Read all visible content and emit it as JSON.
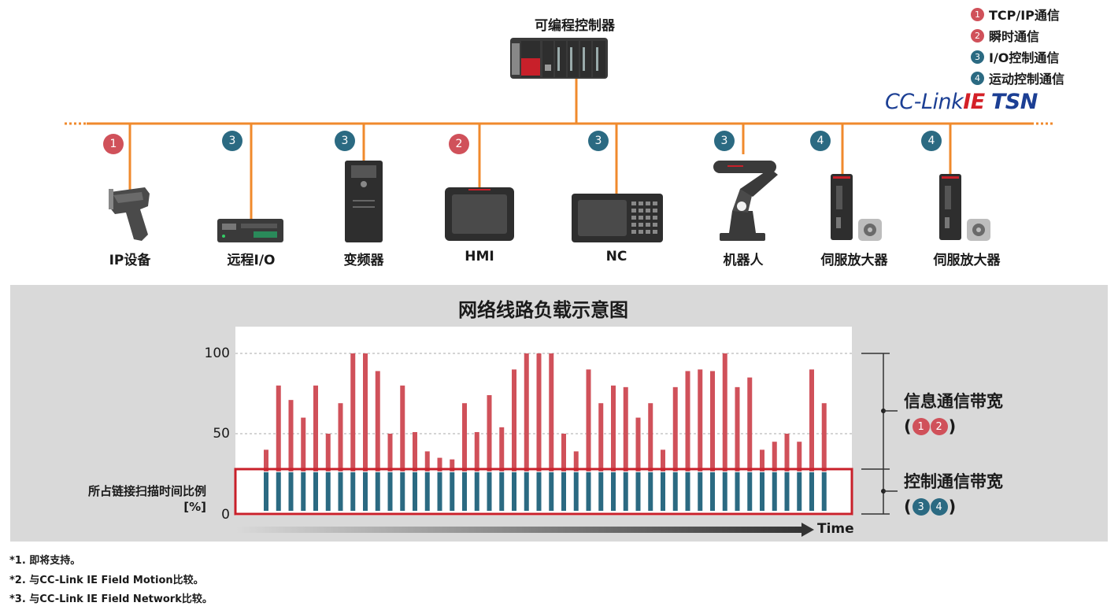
{
  "controller_label": "可编程控制器",
  "legend": [
    {
      "num": "1",
      "label": "TCP/IP通信",
      "color": "#d0515a"
    },
    {
      "num": "2",
      "label": "瞬时通信",
      "color": "#d0515a"
    },
    {
      "num": "3",
      "label": "I/O控制通信",
      "color": "#2b6a82"
    },
    {
      "num": "4",
      "label": "运动控制通信",
      "color": "#2b6a82"
    }
  ],
  "brand": {
    "part1": "CC-Link",
    "part2": "IE",
    "part3": "TSN"
  },
  "devices": [
    {
      "label": "IP设备",
      "badge": "1",
      "icon": "barcode-scanner-icon"
    },
    {
      "label": "远程I/O",
      "badge": "3",
      "icon": "remote-io-icon"
    },
    {
      "label": "变频器",
      "badge": "3",
      "icon": "inverter-icon"
    },
    {
      "label": "HMI",
      "badge": "2",
      "icon": "hmi-panel-icon"
    },
    {
      "label": "NC",
      "badge": "3",
      "icon": "nc-controller-icon"
    },
    {
      "label": "机器人",
      "badge": "3",
      "icon": "robot-arm-icon"
    },
    {
      "label": "伺服放大器",
      "badge": "4",
      "icon": "servo-amplifier-icon"
    },
    {
      "label": "伺服放大器",
      "badge": "4",
      "icon": "servo-amplifier-icon"
    }
  ],
  "chart_title": "网络线路负载示意图",
  "chart_data": {
    "type": "bar",
    "title": "网络线路负载示意图",
    "ylabel": "所占链接扫描时间比例 [%]",
    "xlabel": "Time",
    "ylim": [
      0,
      100
    ],
    "yticks": [
      "100",
      "50",
      "0"
    ],
    "grid": true,
    "series": [
      {
        "name": "信息通信带宽",
        "values": [
          40,
          80,
          71,
          60,
          80,
          50,
          69,
          100,
          100,
          89,
          50,
          80,
          51,
          39,
          35,
          34,
          69,
          51,
          74,
          54,
          90,
          100,
          100,
          100,
          50,
          39,
          90,
          69,
          80,
          79,
          60,
          69,
          40,
          79,
          89,
          90,
          89,
          100,
          79,
          85,
          40,
          45,
          50,
          45,
          90,
          69
        ]
      },
      {
        "name": "控制通信带宽",
        "values": [
          26,
          26,
          26,
          26,
          26,
          26,
          26,
          26,
          26,
          26,
          26,
          26,
          26,
          26,
          26,
          26,
          26,
          26,
          26,
          26,
          26,
          26,
          26,
          26,
          26,
          26,
          26,
          26,
          26,
          26,
          26,
          26,
          26,
          26,
          26,
          26,
          26,
          26,
          26,
          26,
          26,
          26,
          26,
          26,
          26,
          26
        ]
      }
    ]
  },
  "ylabel_line1": "所占链接扫描时间比例",
  "ylabel_line2": "[%]",
  "time_label": "Time",
  "bracket_info": {
    "title": "信息通信带宽",
    "badges": [
      "1",
      "2"
    ]
  },
  "bracket_control": {
    "title": "控制通信带宽",
    "badges": [
      "3",
      "4"
    ]
  },
  "footnotes": [
    "*1.  即将支持。",
    "*2.  与CC-Link IE Field Motion比较。",
    "*3.  与CC-Link IE Field Network比较。"
  ],
  "colors": {
    "network_line": "#f08a2c",
    "info_bar": "#d0515a",
    "control_bar": "#2b6a82",
    "highlight_box": "#c8202a",
    "brand_blue": "#1c3f94",
    "brand_red": "#d42027"
  }
}
